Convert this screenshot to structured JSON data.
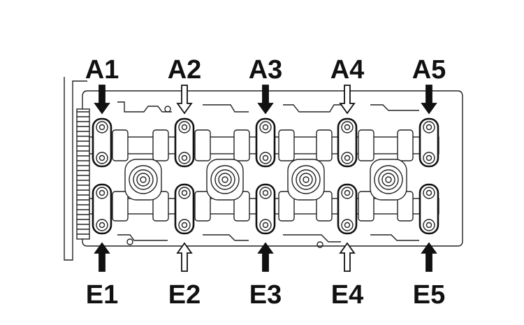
{
  "diagram": {
    "top_labels": [
      "A1",
      "A2",
      "A3",
      "A4",
      "A5"
    ],
    "bottom_labels": [
      "E1",
      "E2",
      "E3",
      "E4",
      "E5"
    ],
    "arrow_fill": [
      "solid",
      "hollow",
      "solid",
      "hollow",
      "solid"
    ]
  }
}
